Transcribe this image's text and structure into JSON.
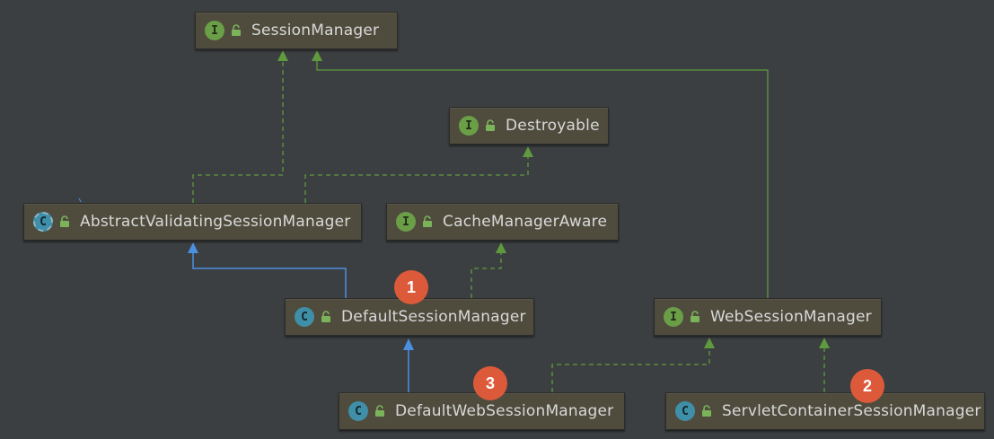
{
  "nodes": {
    "session_manager": {
      "kind": "I",
      "label": "SessionManager"
    },
    "destroyable": {
      "kind": "I",
      "label": "Destroyable"
    },
    "abstract_validating": {
      "kind": "C",
      "label": "AbstractValidatingSessionManager"
    },
    "cache_manager_aware": {
      "kind": "I",
      "label": "CacheManagerAware"
    },
    "default_session_manager": {
      "kind": "C",
      "label": "DefaultSessionManager"
    },
    "web_session_manager": {
      "kind": "I",
      "label": "WebSessionManager"
    },
    "default_web_session_manager": {
      "kind": "C",
      "label": "DefaultWebSessionManager"
    },
    "servlet_container_session_manager": {
      "kind": "C",
      "label": "ServletContainerSessionManager"
    }
  },
  "badges": {
    "one": "1",
    "two": "2",
    "three": "3"
  },
  "colors": {
    "background": "#3c3f41",
    "node_fill": "#4f4c3e",
    "implements_edge": "#5f9a3e",
    "extends_edge": "#4a8fe0",
    "badge": "#dc5a3a"
  }
}
